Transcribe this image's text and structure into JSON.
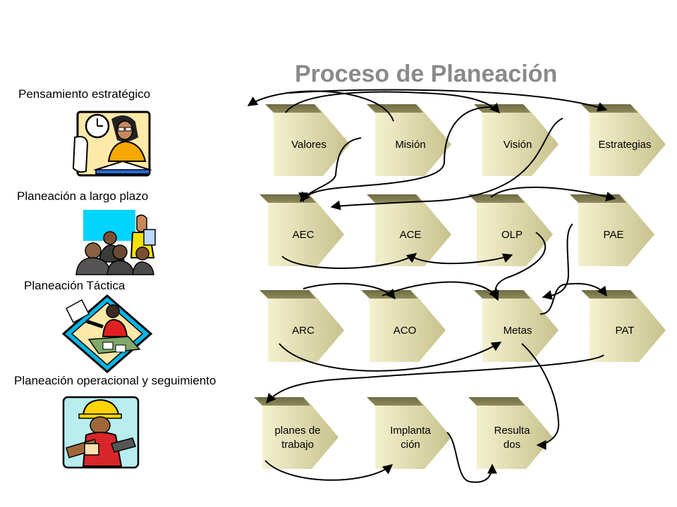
{
  "title": "Proceso de Planeación",
  "sections": [
    {
      "label": "Pensamiento estratégico"
    },
    {
      "label": "Planeación a largo plazo"
    },
    {
      "label": "Planeación Táctica"
    },
    {
      "label": "Planeación operacional y seguimiento"
    }
  ],
  "nodes": {
    "valores": [
      "Valores"
    ],
    "mision": [
      "Misión"
    ],
    "vision": [
      "Visión"
    ],
    "estrategias": [
      "Estrategias"
    ],
    "aec": [
      "AEC"
    ],
    "ace": [
      "ACE"
    ],
    "olp": [
      "OLP"
    ],
    "pae": [
      "PAE"
    ],
    "arc": [
      "ARC"
    ],
    "aco": [
      "ACO"
    ],
    "metas": [
      "Metas"
    ],
    "pat": [
      "PAT"
    ],
    "planes": [
      "planes de",
      "trabajo"
    ],
    "implantacion": [
      "Implanta",
      "ción"
    ],
    "resultados": [
      "Resulta",
      "dos"
    ]
  },
  "colors": {
    "node_light": "#f4f1d0",
    "node_mid": "#cfcb98",
    "node_dark": "#8f8b5b",
    "title": "#8a8a8a",
    "arrow": "#000000"
  },
  "clipart": [
    {
      "icon": "reader-with-clock-icon"
    },
    {
      "icon": "meeting-presentation-icon"
    },
    {
      "icon": "desk-worker-icon"
    },
    {
      "icon": "construction-worker-icon"
    }
  ]
}
